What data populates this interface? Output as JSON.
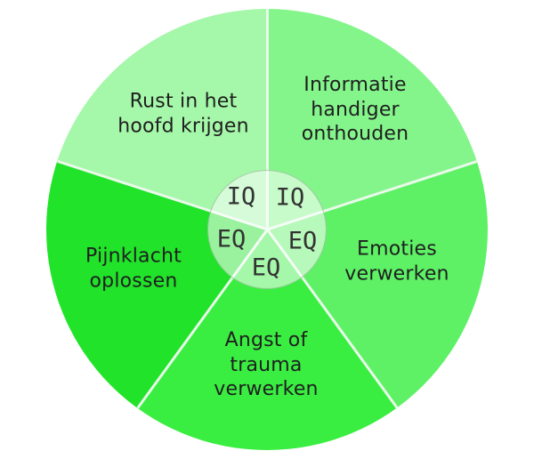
{
  "background": "#ffffff",
  "chart_data": {
    "type": "pie",
    "title": "",
    "start_angle_deg": 0,
    "direction": "clockwise",
    "legend_position": "none",
    "text_color": "#1f1f1f",
    "divider_color": "#e9f9ea",
    "center_overlay": {
      "fill": "rgba(255,255,255,0.55)",
      "border_color": "rgba(125,165,125,0.55)",
      "labels_note": "inner ring shows IQ/EQ tag per slice"
    },
    "slices": [
      {
        "label": "Informatie\nhandiger\nonthouden",
        "inner_label": "IQ",
        "color": "#84f58b",
        "value": 20
      },
      {
        "label": "Emoties\nverwerken",
        "inner_label": "EQ",
        "color": "#5ef166",
        "value": 20
      },
      {
        "label": "Angst of\ntrauma\nverwerken",
        "inner_label": "EQ",
        "color": "#39ee41",
        "value": 20
      },
      {
        "label": "Pijnklacht\noplossen",
        "inner_label": "EQ",
        "color": "#21e32a",
        "value": 20
      },
      {
        "label": "Rust in het\nhoofd krijgen",
        "inner_label": "IQ",
        "color": "#a5f7a9",
        "value": 20
      }
    ]
  }
}
